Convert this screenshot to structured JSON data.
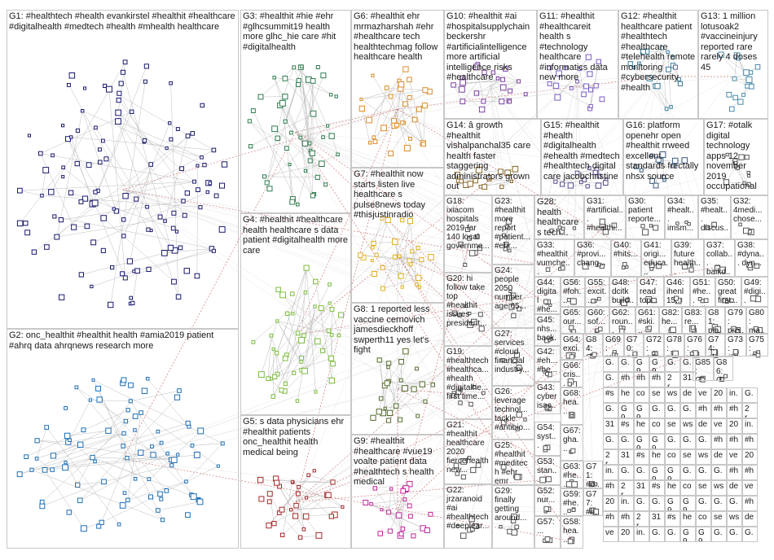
{
  "groups": [
    {
      "id": "G1",
      "label": "G1: #healthtech #health evankirstel #healthit #healthcare #digitalhealth #medtech #health #mhealth healthcare",
      "color": "#1a1a6e"
    },
    {
      "id": "G2",
      "label": "G2: onc_healthit #healthit health #amia2019 patient #ahrq data ahrqnews research more",
      "color": "#1f6fb4"
    },
    {
      "id": "G3",
      "label": "G3: #healthit #hie #ehr #glhcsummit19 health more glhc_hie care #hit #digitalhealth",
      "color": "#2e7d4f"
    },
    {
      "id": "G4",
      "label": "G4: #healthit #healthcare health healthcare s data patient #digitalhealth more care",
      "color": "#7cbc3c"
    },
    {
      "id": "G5",
      "label": "G5: s data physicians ehr #healthit patients onc_healthit health medical being",
      "color": "#a52a2a"
    },
    {
      "id": "G6",
      "label": "G6: #healthit ehr mrmazharshah #ehr #healthcare tech healthtechmag follow healthcare health",
      "color": "#d98c2b"
    },
    {
      "id": "G7",
      "label": "G7: #healthit now starts listen live healthcare s pulse8news today #thisjustinradio",
      "color": "#e0b020"
    },
    {
      "id": "G8",
      "label": "G8: 1 reported less vaccine cernovich jamesdieckhoff swperth11 yes let's fight",
      "color": "#556b2f"
    },
    {
      "id": "G9",
      "label": "G9: #healthit #healthcare #vue19 voalte patient data #healthtech s health medical",
      "color": "#c0289a"
    },
    {
      "id": "G10",
      "label": "G10: #healthit #ai #hospitalsupplychain beckershr #artificialintelligence more artificial intelligence risks #healthcare",
      "color": "#7b3fa0"
    },
    {
      "id": "G11",
      "label": "G11: #healthit #healthcareit health s #technology healthcare #informatics data new more",
      "color": "#7a5cc0"
    },
    {
      "id": "G12",
      "label": "G12: #healthit healthcare patient #healthtech #healthcare #telehealth remote monitoring #cybersecurity #health",
      "color": "#3a7a9a"
    },
    {
      "id": "G13",
      "label": "G13: 1 million lotusoak2 #vaccineinjury reported rare rarely 4 doses 45",
      "color": "#4a8aa8"
    },
    {
      "id": "G14",
      "label": "G14: â growth #healthit vishalpanchal35 care health faster staggering administrators grown out",
      "color": "#8a6a2a"
    },
    {
      "id": "G15",
      "label": "G15: #healthit #health #digitalhealth #ehealth #medtech #healthtech digital care jacobchristine",
      "color": "#5a4a8a"
    },
    {
      "id": "G16",
      "label": "G16: platform openehr open #healthit rrweed excellent standards frectally nhsx source",
      "color": "#3a5a7a"
    },
    {
      "id": "G17",
      "label": "G17: #otalk digital technology apps 12 november 2019 occupational",
      "color": "#5a5a5a"
    },
    {
      "id": "G18",
      "label": "G18: ixiacom hospitals 2019 far 140 local governme...",
      "color": "#555555"
    },
    {
      "id": "G19",
      "label": "G19: #healthtech #healthca... #health #digitalhe... first time...",
      "color": "#555555"
    },
    {
      "id": "G20",
      "label": "G20: hi follow take top #healthit issues president...",
      "color": "#555555"
    },
    {
      "id": "G21",
      "label": "G21: #healthit healthcare 2020 fiercehealth new...",
      "color": "#555555"
    },
    {
      "id": "G22",
      "label": "G22: jrzaranoid #ai #healthtech #deeplear...",
      "color": "#555555"
    },
    {
      "id": "G23",
      "label": "G23: #healthit more report #patient... #ehr...",
      "color": "#555555"
    },
    {
      "id": "G24",
      "label": "G24: people 2050 number age 65...",
      "color": "#555555"
    },
    {
      "id": "G25",
      "label": "G25: #healthit #meditech #ehr emr softwar...",
      "color": "#555555"
    },
    {
      "id": "G26",
      "label": "G26: leverage technol... tackle #antibio...",
      "color": "#555555"
    },
    {
      "id": "G27",
      "label": "G27: services #cloud financial industry...",
      "color": "#555555"
    },
    {
      "id": "G28",
      "label": "G28: health healthcare s tech...",
      "color": "#555555"
    },
    {
      "id": "G29",
      "label": "G29: finally getting around...",
      "color": "#555555"
    },
    {
      "id": "G30",
      "label": "G30: patient reporte...",
      "color": "#555555"
    },
    {
      "id": "G31",
      "label": "G31: #artificial... #healthi...",
      "color": "#555555"
    },
    {
      "id": "G32",
      "label": "G32: 4medi... chose...",
      "color": "#555555"
    },
    {
      "id": "G33",
      "label": "G33: #healthit vumche...",
      "color": "#555555"
    },
    {
      "id": "G34",
      "label": "G34: #healt... imsm...",
      "color": "#555555"
    },
    {
      "id": "G35",
      "label": "G35: #healt... discus...",
      "color": "#555555"
    },
    {
      "id": "G36",
      "label": "G36: #provi... chang...",
      "color": "#555555"
    },
    {
      "id": "G37",
      "label": "G37: collab... baikd...",
      "color": "#555555"
    },
    {
      "id": "G38",
      "label": "G38: #dyna... dyn...",
      "color": "#555555"
    },
    {
      "id": "G39",
      "label": "G39: future health...",
      "color": "#555555"
    },
    {
      "id": "G40",
      "label": "G40: #hits...",
      "color": "#555555"
    },
    {
      "id": "G41",
      "label": "G41: origi... educa...",
      "color": "#555555"
    },
    {
      "id": "G42",
      "label": "G42: #eh... #he...",
      "color": "#555555"
    },
    {
      "id": "G43",
      "label": "G43: cyber isac...",
      "color": "#555555"
    },
    {
      "id": "G44",
      "label": "G44: digital #he...",
      "color": "#555555"
    },
    {
      "id": "G45",
      "label": "G45: nhs... back...",
      "color": "#555555"
    },
    {
      "id": "G46",
      "label": "G46: ihenl 15...",
      "color": "#555555"
    },
    {
      "id": "G47",
      "label": "G47: read top...",
      "color": "#555555"
    },
    {
      "id": "G48",
      "label": "G48: dcitk build...",
      "color": "#555555"
    },
    {
      "id": "G49",
      "label": "G49: #digi...",
      "color": "#555555"
    },
    {
      "id": "G50",
      "label": "G50: great first...",
      "color": "#555555"
    },
    {
      "id": "G51",
      "label": "G51: #he... india...",
      "color": "#555555"
    },
    {
      "id": "G52",
      "label": "G52: nur...",
      "color": "#555555"
    },
    {
      "id": "G53",
      "label": "G53: stan...",
      "color": "#555555"
    },
    {
      "id": "G54",
      "label": "G54: syst...",
      "color": "#555555"
    },
    {
      "id": "G55",
      "label": "G55: excit... opp...",
      "color": "#555555"
    },
    {
      "id": "G56",
      "label": "G56: #foh... #he...",
      "color": "#555555"
    },
    {
      "id": "G57",
      "label": "G57: ...",
      "color": "#555555"
    },
    {
      "id": "G58",
      "label": "G58: hea...",
      "color": "#555555"
    },
    {
      "id": "G59",
      "label": "G59: #he...",
      "color": "#555555"
    },
    {
      "id": "G60",
      "label": "G60: sof...",
      "color": "#555555"
    },
    {
      "id": "G61",
      "label": "G61: #ski...",
      "color": "#555555"
    },
    {
      "id": "G62",
      "label": "G62: roun...",
      "color": "#555555"
    },
    {
      "id": "G63",
      "label": "G63: #he...",
      "color": "#555555"
    },
    {
      "id": "G64",
      "label": "G64: exci...",
      "color": "#555555"
    },
    {
      "id": "G65",
      "label": "G65: our...",
      "color": "#555555"
    },
    {
      "id": "G66",
      "label": "G66: cris...",
      "color": "#555555"
    },
    {
      "id": "G67",
      "label": "G67: gha...",
      "color": "#555555"
    },
    {
      "id": "G68",
      "label": "G68: hea...",
      "color": "#555555"
    },
    {
      "id": "G69",
      "label": "G69: rec...",
      "color": "#555555"
    },
    {
      "id": "G70",
      "label": "G70: pa...",
      "color": "#555555"
    },
    {
      "id": "G71",
      "label": "G71: #e...",
      "color": "#555555"
    },
    {
      "id": "G72",
      "label": "G72: adv...",
      "color": "#555555"
    },
    {
      "id": "G73",
      "label": "G73: #h...",
      "color": "#555555"
    },
    {
      "id": "G74",
      "label": "G74: pla...",
      "color": "#555555"
    },
    {
      "id": "G75",
      "label": "G75: #h...",
      "color": "#555555"
    },
    {
      "id": "G76",
      "label": "G76: vap...",
      "color": "#555555"
    },
    {
      "id": "G77",
      "label": "G77: #h...",
      "color": "#555555"
    },
    {
      "id": "G78",
      "label": "G78: ma...",
      "color": "#555555"
    },
    {
      "id": "G79",
      "label": "G79: pre...",
      "color": "#555555"
    },
    {
      "id": "G80",
      "label": "G80: ma...",
      "color": "#555555"
    },
    {
      "id": "G81",
      "label": "G81: pla...",
      "color": "#555555"
    },
    {
      "id": "G82",
      "label": "G82: he...",
      "color": "#555555"
    },
    {
      "id": "G83",
      "label": "G83: re...",
      "color": "#555555"
    },
    {
      "id": "G84",
      "label": "G84: G...",
      "color": "#555555"
    },
    {
      "id": "G85",
      "label": "G85: G...",
      "color": "#555555"
    },
    {
      "id": "G86",
      "label": "G86: G...",
      "color": "#555555"
    },
    {
      "id": "G87",
      "label": "G87",
      "color": "#555555"
    }
  ],
  "small_cell_texts": [
    "G...",
    "G...",
    "G9...",
    "G9...",
    "G...",
    "G...",
    "G...",
    "#h...",
    "#h...",
    "#h...",
    "2 r...",
    "31...",
    "#s...",
    "he...",
    "co...",
    "se...",
    "ws...",
    "de...",
    "ve...",
    "20...",
    "in..."
  ]
}
